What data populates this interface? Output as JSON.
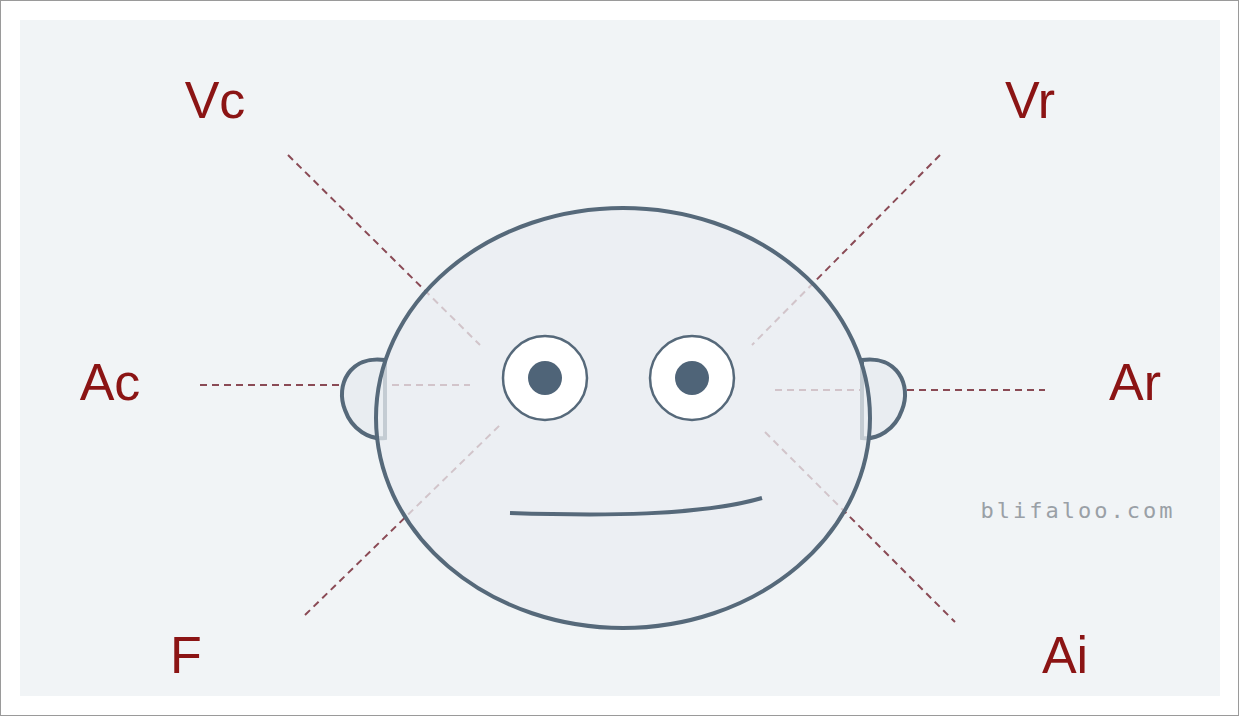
{
  "diagram": {
    "labels": [
      "Vc",
      "Vr",
      "Ac",
      "Ar",
      "F",
      "Ai",
      "blifaloo.com"
    ]
  }
}
